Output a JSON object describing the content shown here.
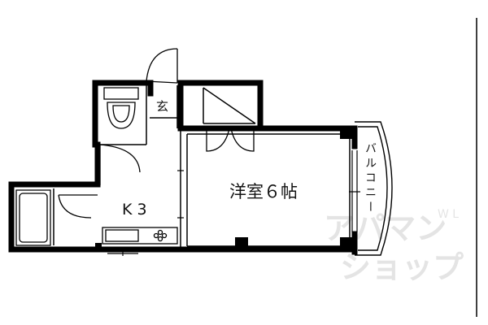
{
  "floorplan": {
    "rooms": {
      "entrance": "玄",
      "kitchen": "K 3",
      "western_room": "洋室６帖",
      "balcony": "バルコニー"
    },
    "watermark": {
      "line1": "アパマン",
      "line2": "ショップ",
      "mark": "W L"
    }
  }
}
